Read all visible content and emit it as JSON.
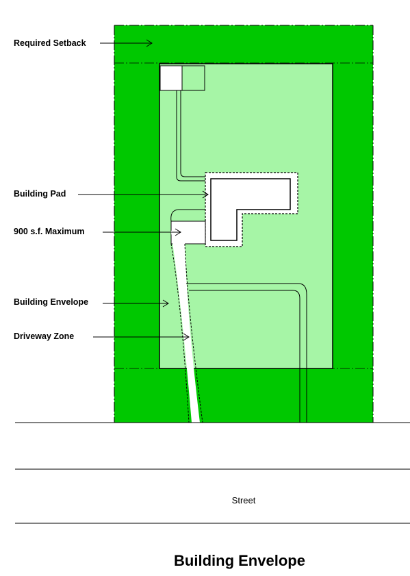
{
  "labels": {
    "required_setback": "Required Setback",
    "building_pad": "Building Pad",
    "max_area": "900 s.f. Maximum",
    "building_envelope": "Building Envelope",
    "driveway_zone": "Driveway Zone"
  },
  "street_label": "Street",
  "title": "Building Envelope",
  "colors": {
    "setback_green": "#00c800",
    "envelope_green": "#a6f5a6",
    "line": "#000000"
  }
}
